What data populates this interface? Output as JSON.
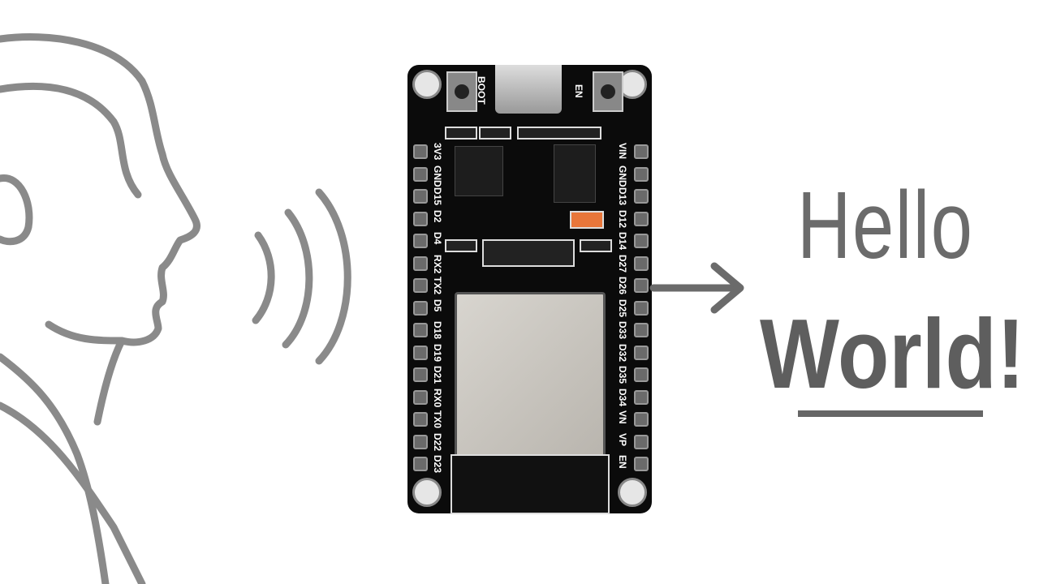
{
  "message": {
    "line1": "Hello",
    "line2": "World!"
  },
  "board": {
    "buttons": {
      "boot": "BOOT",
      "enable": "EN"
    },
    "left_pins": [
      "3V3",
      "GND",
      "D15",
      "D2",
      "D4",
      "RX2",
      "TX2",
      "D5",
      "D18",
      "D19",
      "D21",
      "RX0",
      "TX0",
      "D22",
      "D23"
    ],
    "right_pins": [
      "VIN",
      "GND",
      "D13",
      "D12",
      "D14",
      "D27",
      "D26",
      "D25",
      "D33",
      "D32",
      "D35",
      "D34",
      "VN",
      "VP",
      "EN"
    ]
  },
  "colors": {
    "line_art": "#8a8a8a",
    "text": "#666666",
    "board": "#0b0b0b",
    "accent_capacitor": "#e8763a"
  }
}
